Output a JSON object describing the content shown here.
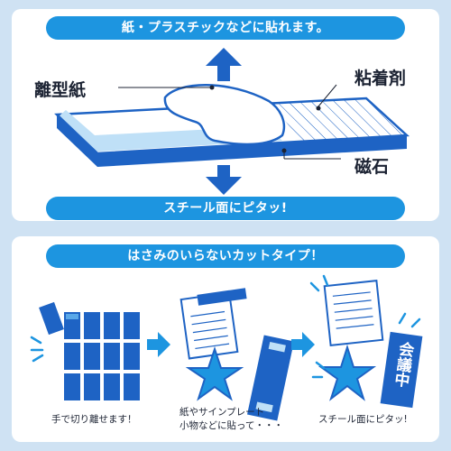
{
  "top": {
    "banner_title": "紙・プラスチックなどに貼れます。",
    "banner_bottom": "スチール面にピタッ!",
    "labels": {
      "release_paper": "離型紙",
      "adhesive": "粘着剤",
      "magnet": "磁石"
    }
  },
  "bottom": {
    "banner_title": "はさみのいらないカットタイプ！",
    "steps": [
      {
        "caption": "手で切り離せます！"
      },
      {
        "caption_line1": "紙やサインプレート",
        "caption_line2": "小物などに貼って・・・"
      },
      {
        "caption": "スチール面にピタッ!"
      }
    ],
    "plate_text": "会議中"
  },
  "colors": {
    "background": "#cfe2f3",
    "accent_blue": "#1d95e0",
    "magnet_blue": "#1e63c4",
    "dark_navy": "#1c2333"
  }
}
